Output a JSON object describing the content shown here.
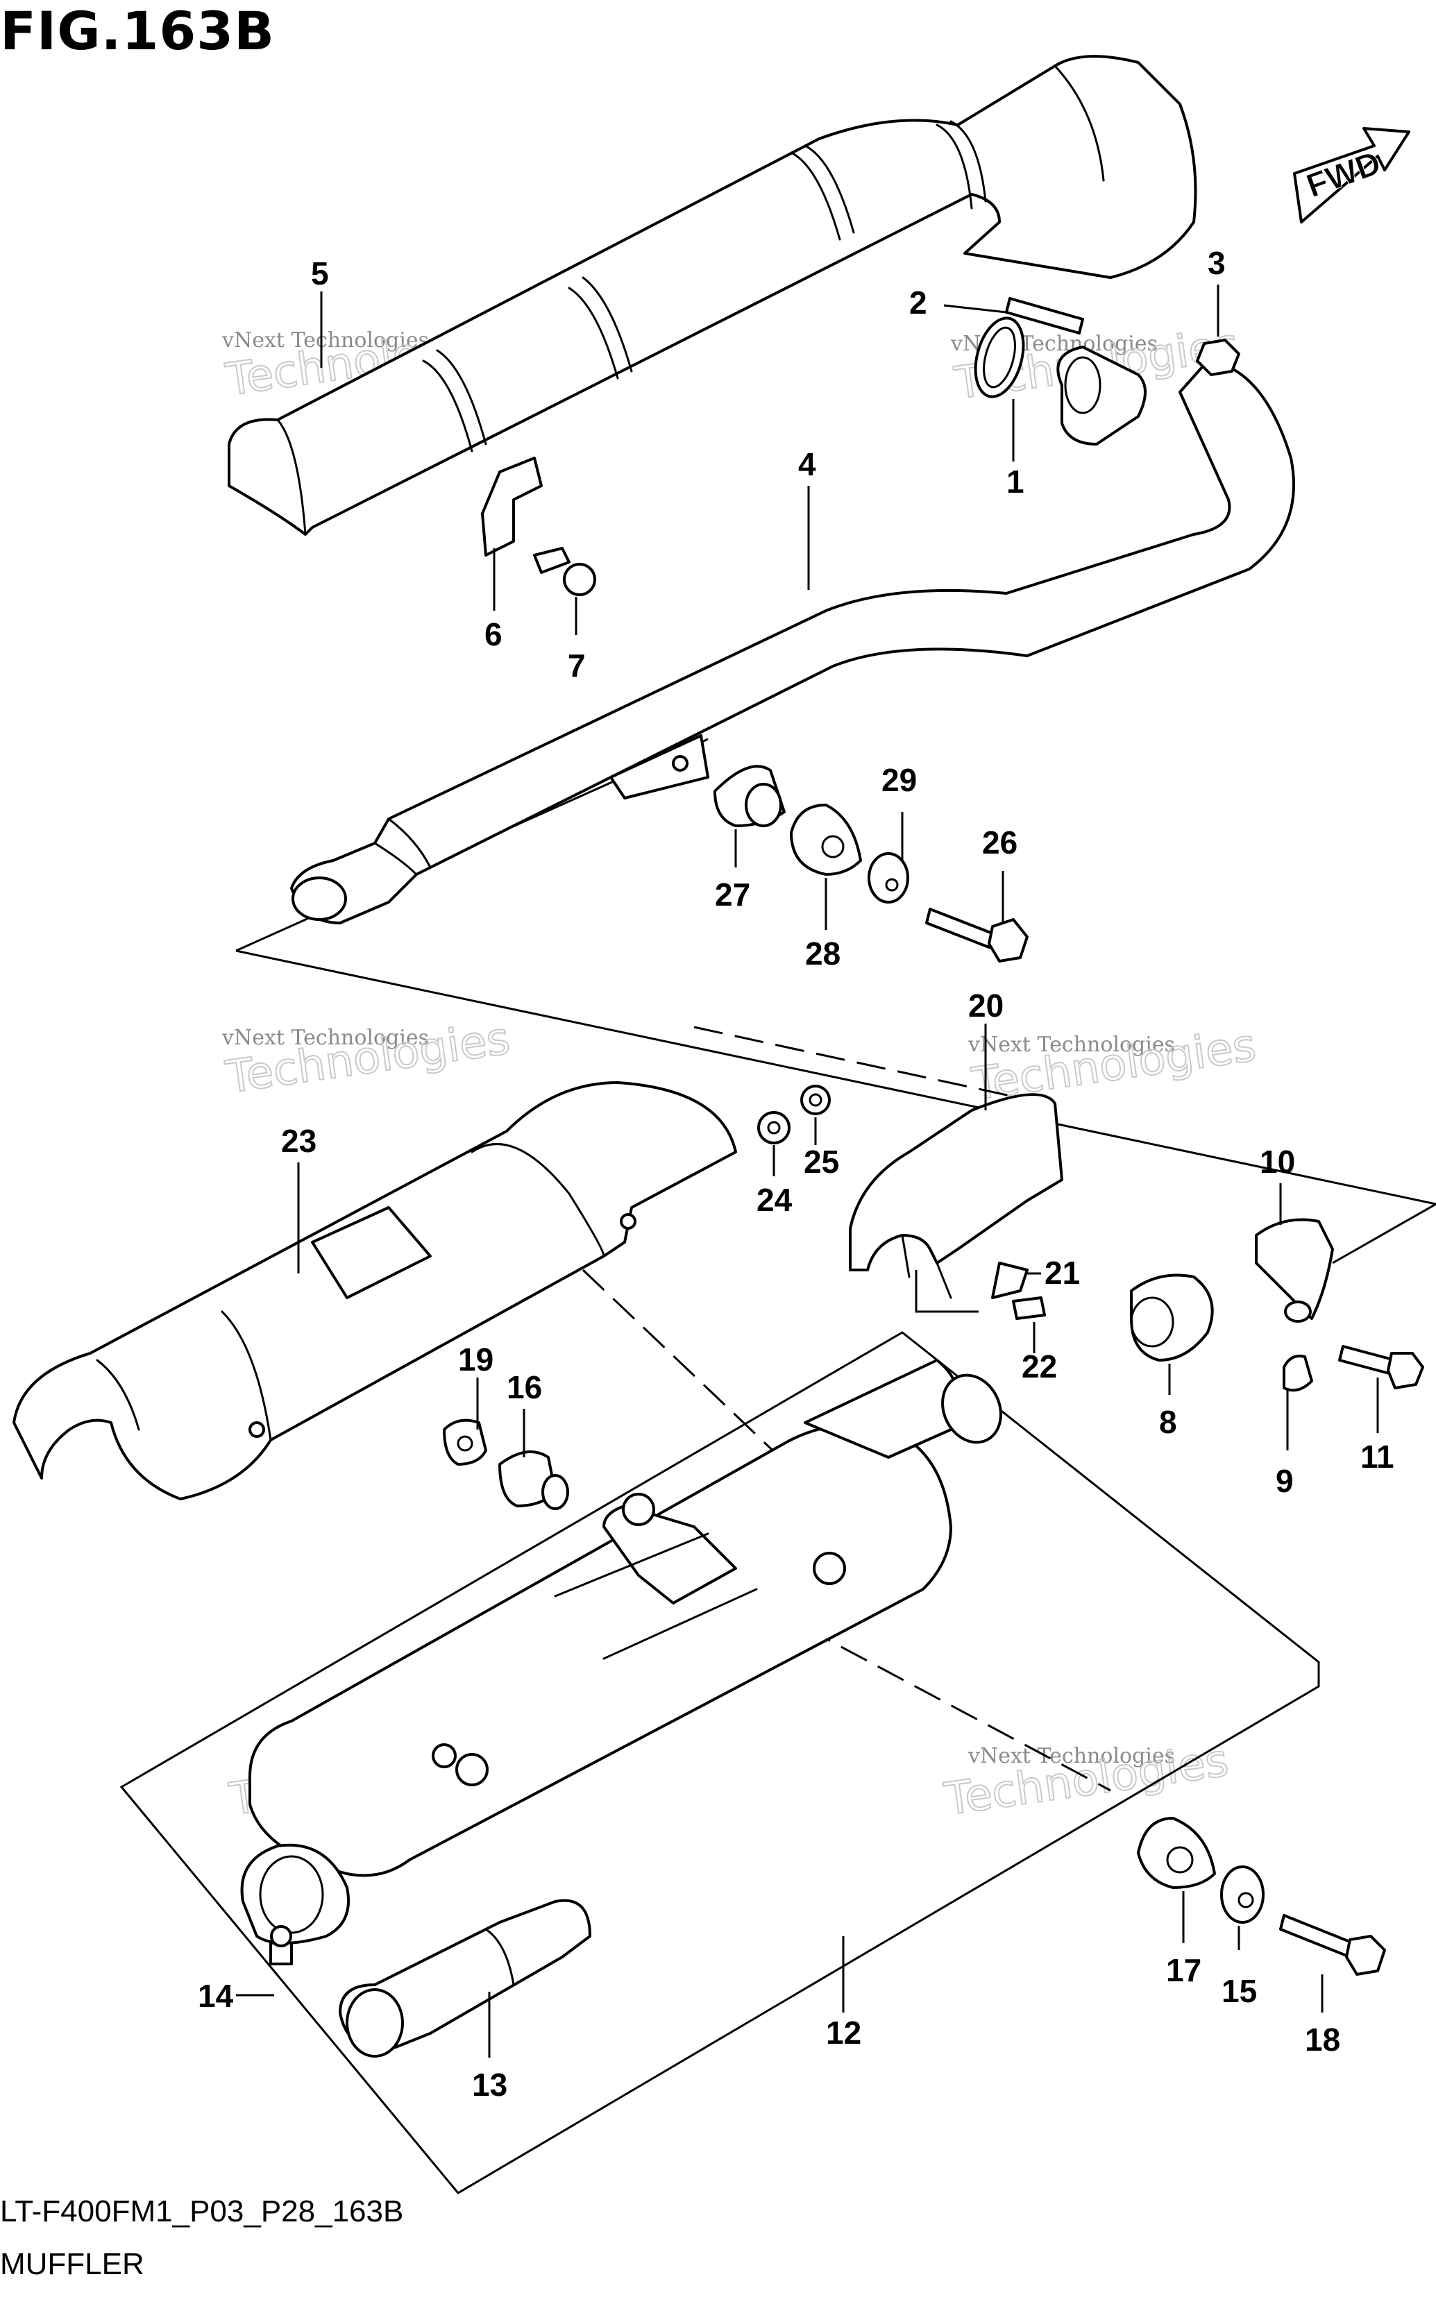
{
  "figure": {
    "title": "FIG.163B",
    "code": "LT-F400FM1_P03_P28_163B",
    "name": "MUFFLER",
    "direction_badge": "FWD"
  },
  "watermark": {
    "line1": "vNext Technologies",
    "line2": "vNext",
    "line3": "Technologies"
  },
  "callouts": [
    {
      "id": "1",
      "label": "1"
    },
    {
      "id": "2",
      "label": "2"
    },
    {
      "id": "3",
      "label": "3"
    },
    {
      "id": "4",
      "label": "4"
    },
    {
      "id": "5",
      "label": "5"
    },
    {
      "id": "6",
      "label": "6"
    },
    {
      "id": "7",
      "label": "7"
    },
    {
      "id": "8",
      "label": "8"
    },
    {
      "id": "9",
      "label": "9"
    },
    {
      "id": "10",
      "label": "10"
    },
    {
      "id": "11",
      "label": "11"
    },
    {
      "id": "12",
      "label": "12"
    },
    {
      "id": "13",
      "label": "13"
    },
    {
      "id": "14",
      "label": "14"
    },
    {
      "id": "15",
      "label": "15"
    },
    {
      "id": "16",
      "label": "16"
    },
    {
      "id": "17",
      "label": "17"
    },
    {
      "id": "18",
      "label": "18"
    },
    {
      "id": "19",
      "label": "19"
    },
    {
      "id": "20",
      "label": "20"
    },
    {
      "id": "21",
      "label": "21"
    },
    {
      "id": "22",
      "label": "22"
    },
    {
      "id": "23",
      "label": "23"
    },
    {
      "id": "24",
      "label": "24"
    },
    {
      "id": "25",
      "label": "25"
    },
    {
      "id": "26",
      "label": "26"
    },
    {
      "id": "27",
      "label": "27"
    },
    {
      "id": "28",
      "label": "28"
    },
    {
      "id": "29",
      "label": "29"
    }
  ]
}
